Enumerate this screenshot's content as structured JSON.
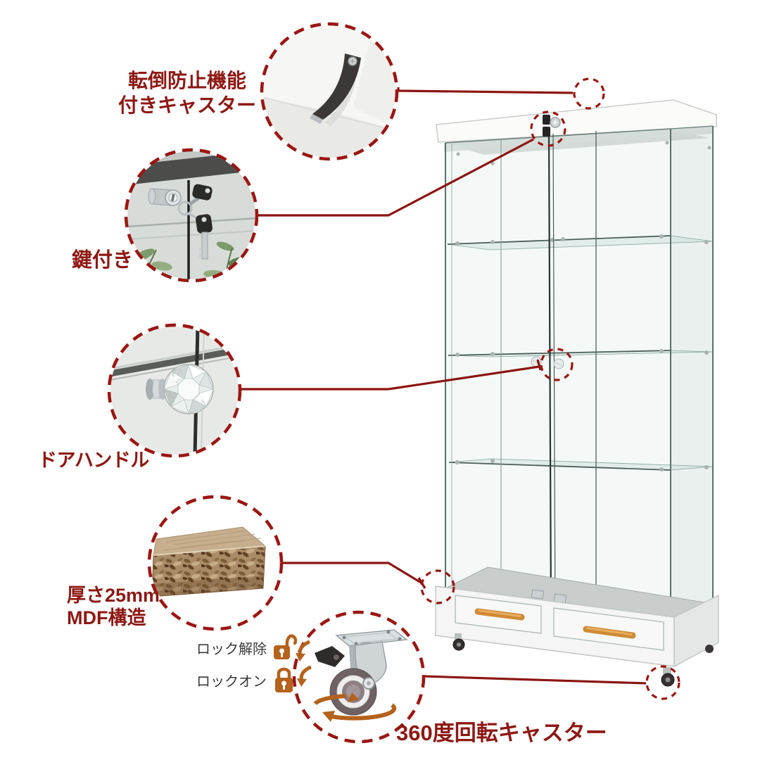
{
  "colors": {
    "accent_maroon": "#8e1813",
    "circle_dash": "#9b1612",
    "orange": "#b4621c",
    "label_dark": "#3a3a3a",
    "background": "#ffffff"
  },
  "callouts": {
    "anti_tip": {
      "line1": "転倒防止機能",
      "line2": "付きキャスター"
    },
    "key_lock": {
      "label": "鍵付き"
    },
    "door_handle": {
      "label": "ドアハンドル"
    },
    "mdf": {
      "line1": "厚さ25mm",
      "line2": "MDF構造"
    },
    "caster": {
      "unlock": "ロック解除",
      "lock_on": "ロックオン",
      "rotation": "360度回転キャスター"
    }
  },
  "icons": {
    "unlock": "open-padlock-icon",
    "lock_on": "closed-padlock-icon",
    "rotation": "rotation-arrows-icon"
  }
}
